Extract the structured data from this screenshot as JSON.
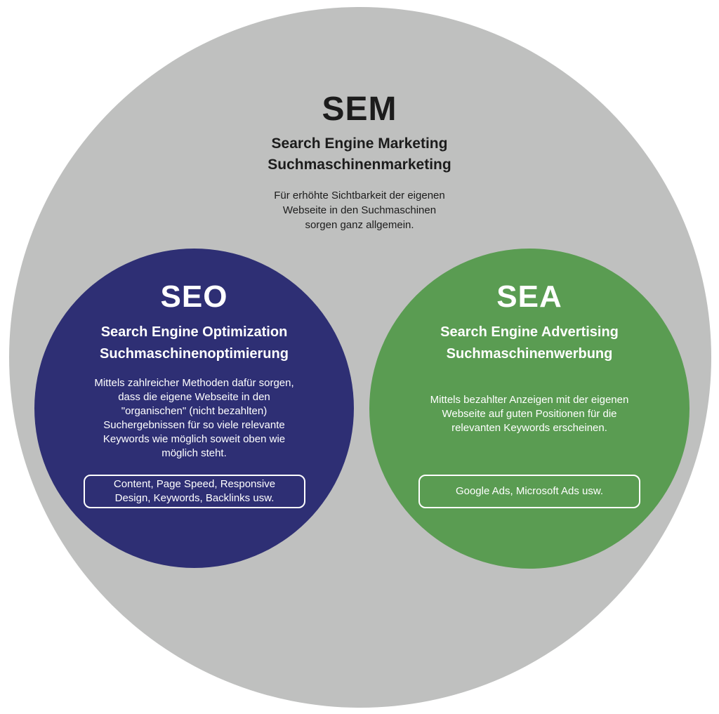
{
  "colors": {
    "sem_bg": "#bfc0bf",
    "seo_bg": "#2e2f74",
    "sea_bg": "#5a9c52",
    "text_dark": "#1c1c1c",
    "text_light": "#ffffff"
  },
  "sem": {
    "title": "SEM",
    "subtitle_en": "Search Engine Marketing",
    "subtitle_de": "Suchmaschinenmarketing",
    "description_lines": [
      "Für erhöhte Sichtbarkeit der eigenen",
      "Webseite in den Suchmaschinen",
      "sorgen ganz allgemein."
    ]
  },
  "seo": {
    "title": "SEO",
    "subtitle_en": "Search Engine Optimization",
    "subtitle_de": "Suchmaschinenoptimierung",
    "description_lines": [
      "Mittels zahlreicher Methoden dafür sorgen,",
      "dass die eigene Webseite in den",
      "\"organischen\" (nicht bezahlten)",
      "Suchergebnissen für so viele relevante",
      "Keywords wie möglich soweit oben wie",
      "möglich steht."
    ],
    "examples_lines": [
      "Content, Page Speed, Responsive",
      "Design, Keywords, Backlinks usw."
    ]
  },
  "sea": {
    "title": "SEA",
    "subtitle_en": "Search Engine Advertising",
    "subtitle_de": "Suchmaschinenwerbung",
    "description_lines": [
      "Mittels bezahlter Anzeigen mit der eigenen",
      "Webseite auf guten Positionen für die",
      "relevanten Keywords erscheinen."
    ],
    "examples_lines": [
      "Google Ads, Microsoft Ads usw."
    ]
  }
}
